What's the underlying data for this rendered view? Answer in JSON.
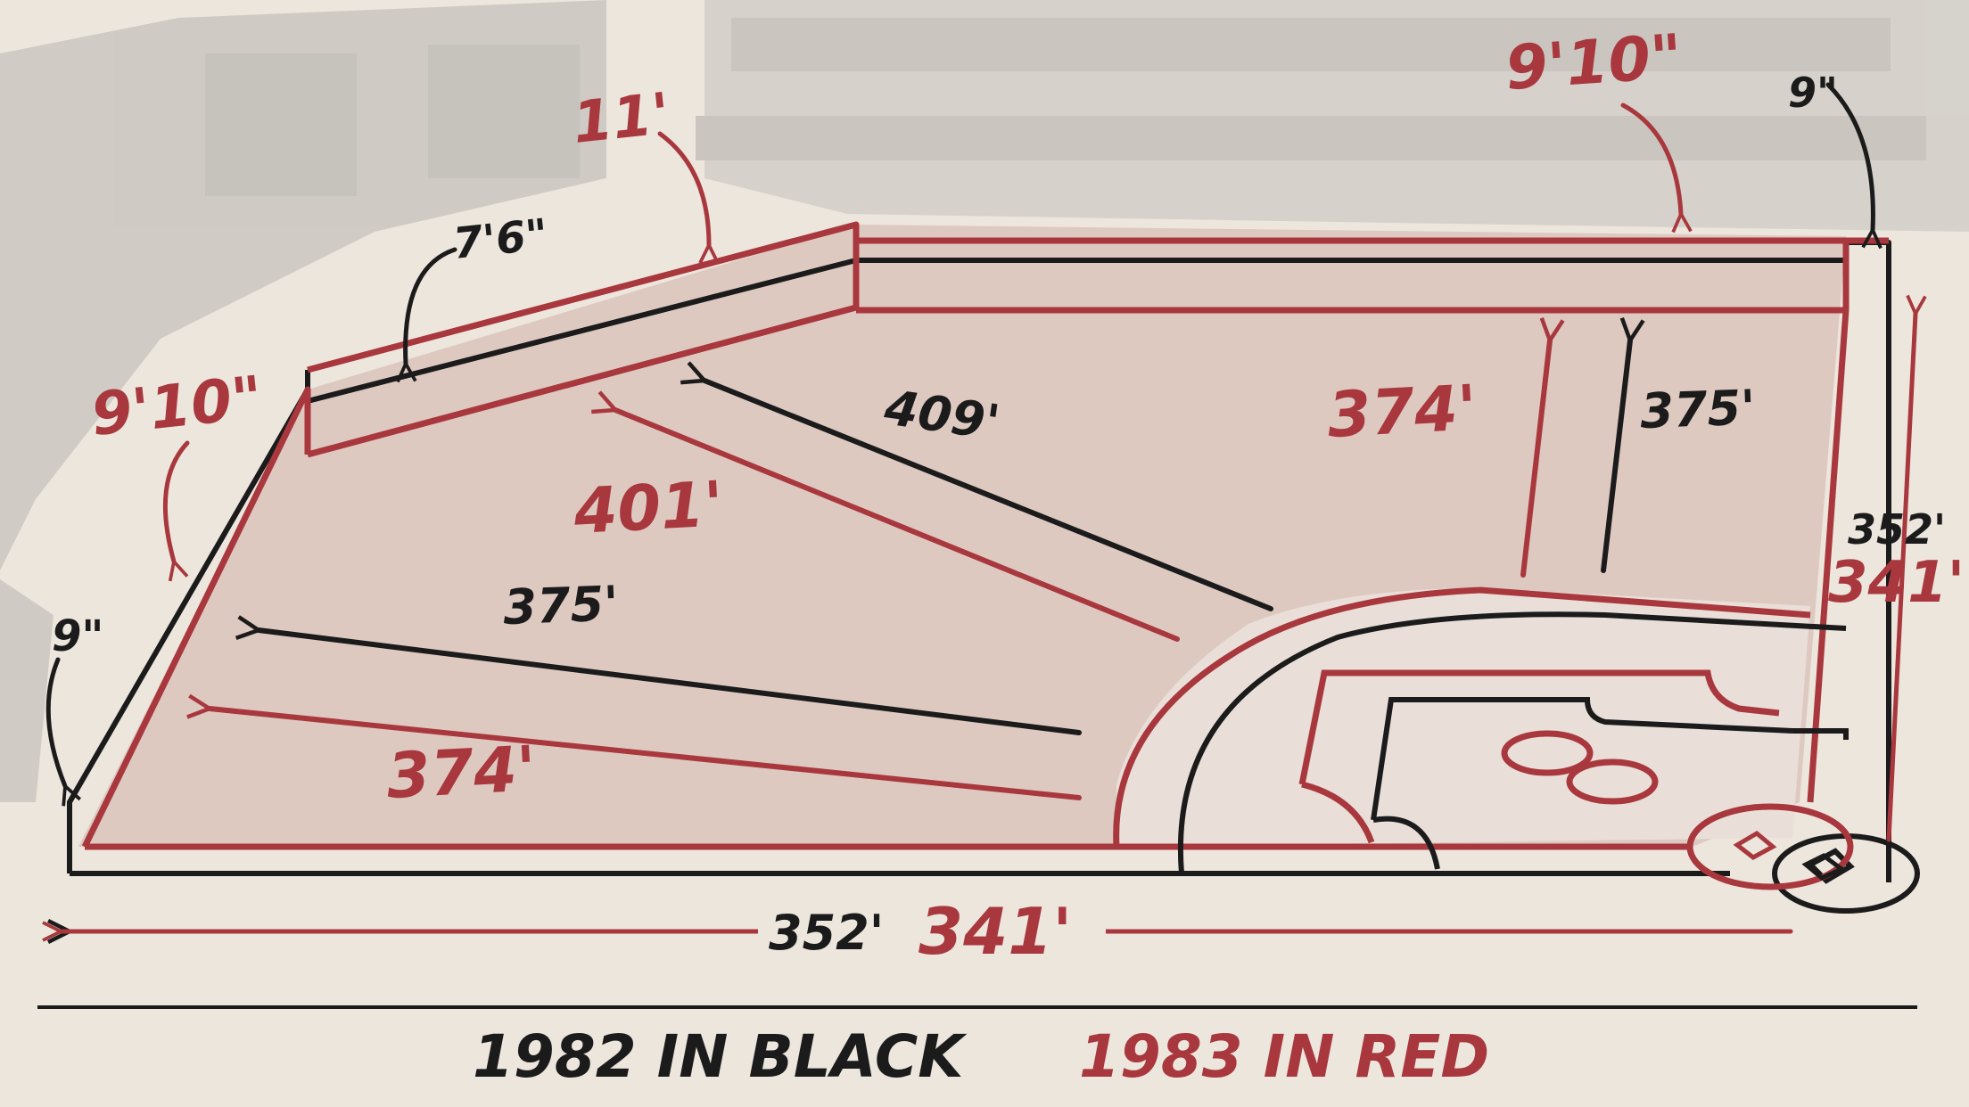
{
  "colors": {
    "paper": "#ece6dd",
    "field_fill": "#dcc3bc",
    "line_1982": "#1b1b1b",
    "line_1983": "#a8383e",
    "stadium_gray": "#b9b6b1"
  },
  "legend": {
    "black_label": "1982 IN BLACK",
    "red_label": "1983 IN RED"
  },
  "dimensions_1982": {
    "left_field_line": "352'",
    "left_center": "375'",
    "center": "409'",
    "right_center": "375'",
    "right_field_line": "352'",
    "left_wall_height": "9\"",
    "center_wall_height": "7'6\"",
    "right_wall_height": "9\""
  },
  "dimensions_1983": {
    "left_field_line": "341'",
    "left_center": "374'",
    "center": "401'",
    "right_center": "374'",
    "right_field_line": "341'",
    "left_wall_height": "9'10\"",
    "center_wall_height": "11'",
    "right_wall_height": "9'10\""
  }
}
